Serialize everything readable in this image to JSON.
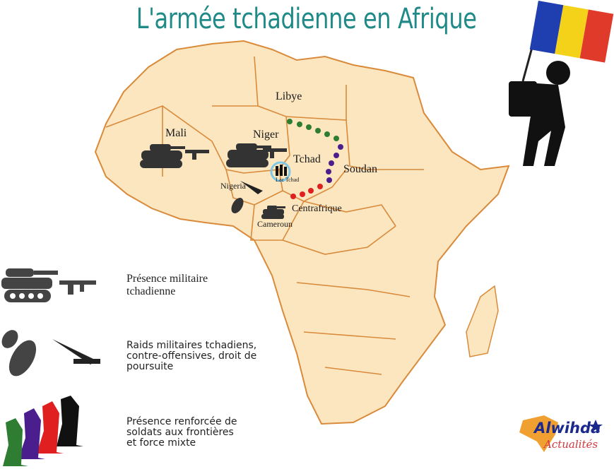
{
  "title": "L'armée tchadienne en Afrique",
  "map": {
    "land_color": "#fbe6c0",
    "border_color": "#d98a3a",
    "countries": [
      {
        "name": "Libye"
      },
      {
        "name": "Mali"
      },
      {
        "name": "Niger"
      },
      {
        "name": "Tchad"
      },
      {
        "name": "Soudan"
      },
      {
        "name": "Nigeria"
      },
      {
        "name": "Lac Tchad"
      },
      {
        "name": "Centrafrique"
      },
      {
        "name": "Cameroun"
      }
    ]
  },
  "legend": {
    "items": [
      {
        "icon": "tank-rifle-icon",
        "label": "Présence militaire tchadienne"
      },
      {
        "icon": "bomb-missile-icon",
        "label": "Raids militaires tchadiens, contre-offensives, droit de poursuite"
      },
      {
        "icon": "soldiers-icon",
        "label": "Présence renforcée de soldats aux frontières et force mixte"
      }
    ]
  },
  "soldier_colors": {
    "green": "#2e7d32",
    "purple": "#4a1e8c",
    "red": "#e02020",
    "black": "#111111"
  },
  "flag_colors": [
    "#1f3fb0",
    "#f5d21a",
    "#e03a2a"
  ],
  "logo": {
    "line1": "Alwihda",
    "line2": "Actualités"
  }
}
